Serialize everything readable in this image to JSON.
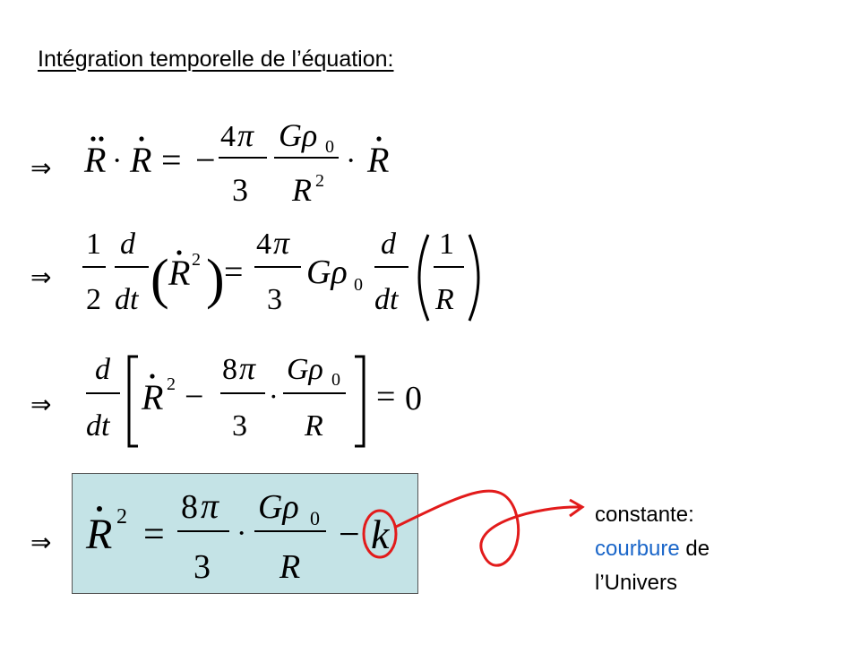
{
  "slide": {
    "title": "Intégration temporelle de l’équation:",
    "implies_symbol": "⇒",
    "equations": [
      {
        "name": "eq1",
        "latex": "\\ddot{R} \\cdot \\dot{R} = -\\frac{4\\pi}{3}\\frac{G\\rho_0}{R^2}\\cdot\\dot{R}"
      },
      {
        "name": "eq2",
        "latex": "\\frac{1}{2}\\frac{d}{dt}(\\dot{R}^2) = \\frac{4\\pi}{3}G\\rho_0\\frac{d}{dt}\\left(\\frac{1}{R}\\right)"
      },
      {
        "name": "eq3",
        "latex": "\\frac{d}{dt}\\left[\\dot{R}^2 - \\frac{8\\pi}{3}\\cdot\\frac{G\\rho_0}{R}\\right] = 0"
      },
      {
        "name": "eq4",
        "latex": "\\dot{R}^2 = \\frac{8\\pi}{3}\\cdot\\frac{G\\rho_0}{R} - k"
      }
    ],
    "annotation": {
      "line1": "constante:",
      "line2_highlight": "courbure",
      "line2_rest": " de",
      "line3": "l’Univers",
      "highlight_color": "#1a66c9",
      "marker_color": "#e21b1b"
    }
  }
}
